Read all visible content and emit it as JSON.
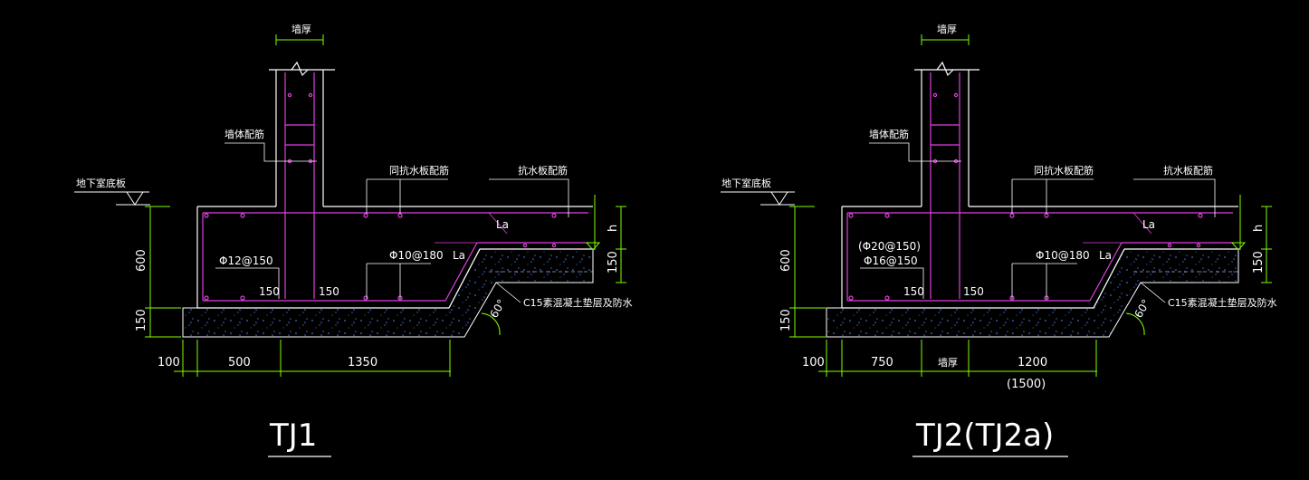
{
  "colors": {
    "background": "#000000",
    "outline": "#ffffff",
    "rebar": "#e040e0",
    "dimension": "#7fff00",
    "concrete_speckle": "#3a6fd8",
    "text": "#ffffff"
  },
  "drawings": [
    {
      "id": "TJ1",
      "labels": {
        "wall_thickness": "墙厚",
        "wall_rebar": "墙体配筋",
        "same_slab_rebar": "同抗水板配筋",
        "slab_rebar": "抗水板配筋",
        "basement_floor": "地下室底板",
        "rebar_bottom": "Φ12@150",
        "rebar_top": "Φ10@180",
        "anchor_top": "La",
        "anchor_bottom": "La",
        "cover_left": "150",
        "cover_right": "150",
        "h_dim": "h",
        "slab_dim": "150",
        "angle": "60°",
        "c15_note": "C15素混凝土垫层及防水"
      },
      "dims": {
        "height_600": "600",
        "height_150": "150",
        "bottom_100": "100",
        "bottom_a": "500",
        "bottom_b": "1350"
      },
      "title": "TJ1"
    },
    {
      "id": "TJ2",
      "labels": {
        "wall_thickness": "墙厚",
        "wall_rebar": "墙体配筋",
        "same_slab_rebar": "同抗水板配筋",
        "slab_rebar": "抗水板配筋",
        "basement_floor": "地下室底板",
        "rebar_alt": "(Φ20@150)",
        "rebar_bottom": "Φ16@150",
        "rebar_top": "Φ10@180",
        "anchor_top": "La",
        "anchor_bottom": "La",
        "cover_left": "150",
        "cover_right": "150",
        "h_dim": "h",
        "slab_dim": "150",
        "angle": "60°",
        "c15_note": "C15素混凝土垫层及防水"
      },
      "dims": {
        "height_600": "600",
        "height_150": "150",
        "bottom_100": "100",
        "bottom_a": "750",
        "bottom_wall": "墙厚",
        "bottom_b": "1200",
        "bottom_b_alt": "(1500)"
      },
      "title": "TJ2(TJ2a)"
    }
  ]
}
